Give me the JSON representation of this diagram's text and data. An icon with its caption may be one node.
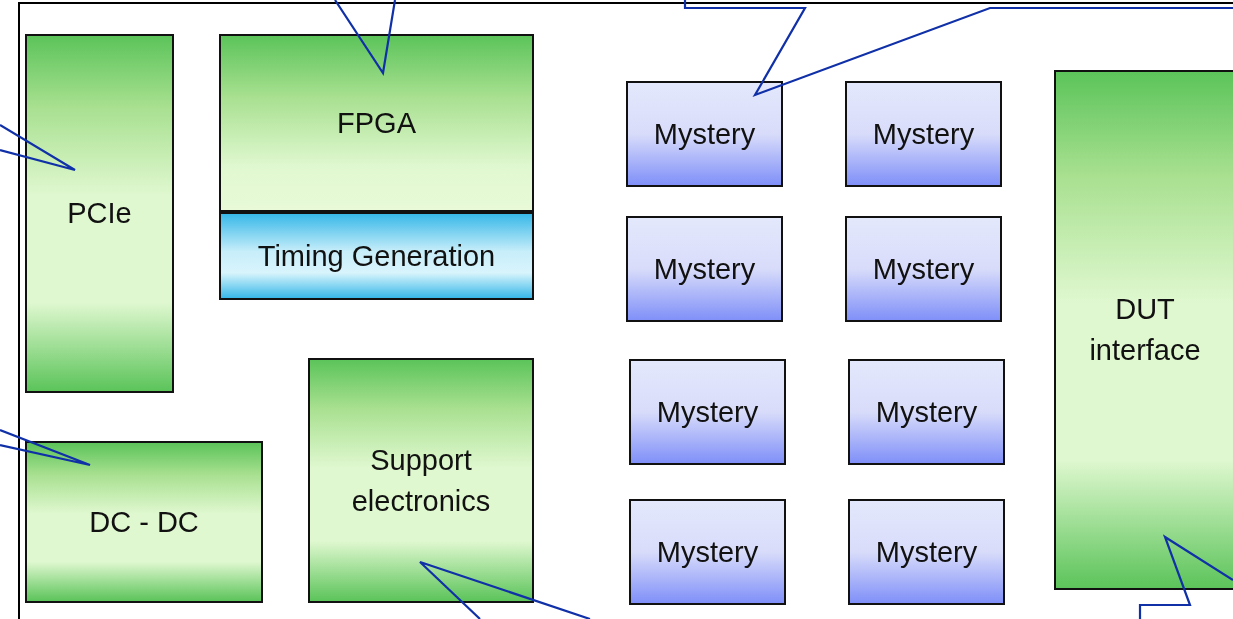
{
  "diagram": {
    "nodes": [
      {
        "text": [],
        "shape": "box"
      },
      {
        "text": [
          "PCIe"
        ],
        "in": 0
      },
      {
        "text": [
          "FPGA"
        ],
        "in": 0
      },
      {
        "text": [
          "Timing Generation"
        ],
        "in": 0
      },
      {
        "text": [
          "DC - DC"
        ],
        "in": 0
      },
      {
        "text": [
          "Support electronics"
        ],
        "in": 0
      },
      {
        "text": [
          "Mystery"
        ],
        "in": 0
      },
      {
        "text": [
          "Mystery"
        ],
        "in": 0
      },
      {
        "text": [
          "Mystery"
        ],
        "in": 0
      },
      {
        "text": [
          "Mystery"
        ],
        "in": 0
      },
      {
        "text": [
          "Mystery"
        ],
        "in": 0
      },
      {
        "text": [
          "Mystery"
        ],
        "in": 0
      },
      {
        "text": [
          "Mystery"
        ],
        "in": 0
      },
      {
        "text": [
          "Mystery"
        ],
        "in": 0
      },
      {
        "text": [
          "DUT interface"
        ],
        "in": 0
      }
    ],
    "edges": [
      {
        "from": null,
        "to": 1,
        "arrow": "none"
      },
      {
        "from": null,
        "to": 2,
        "arrow": "none"
      },
      {
        "from": null,
        "to": 4,
        "arrow": "none"
      },
      {
        "from": null,
        "to": 6,
        "arrow": "none"
      },
      {
        "from": null,
        "to": 5,
        "arrow": "none"
      },
      {
        "from": null,
        "to": 14,
        "arrow": "none"
      }
    ]
  }
}
